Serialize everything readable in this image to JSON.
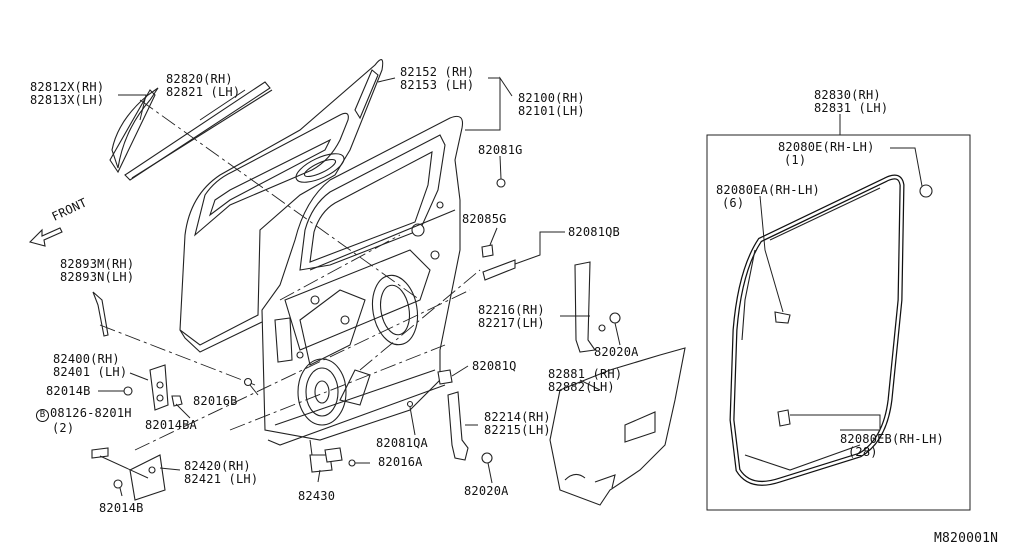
{
  "diagram_code": "M820001N",
  "front_label": "FRONT",
  "labels": {
    "p82812": [
      "82812X(RH)",
      "82813X(LH)"
    ],
    "p82820": [
      "82820(RH)",
      "82821 (LH)"
    ],
    "p82152": [
      "82152 (RH)",
      "82153 (LH)"
    ],
    "p82100": [
      "82100(RH)",
      "82101(LH)"
    ],
    "p82081G": "82081G",
    "p82085G": "82085G",
    "p82081QB": "82081QB",
    "p82893": [
      "82893M(RH)",
      "82893N(LH)"
    ],
    "p82216": [
      "82216(RH)",
      "82217(LH)"
    ],
    "p82020A_top": "82020A",
    "p82400": [
      "82400(RH)",
      "82401 (LH)"
    ],
    "p82014B_top": "82014B",
    "p82016B": "82016B",
    "p82081Q": "82081Q",
    "p82881": [
      "82881 (RH)",
      "82882(LH)"
    ],
    "p08126_circle": "B",
    "p08126": "08126-8201H",
    "p08126_qty": "(2)",
    "p82014BA": "82014BA",
    "p82214": [
      "82214(RH)",
      "82215(LH)"
    ],
    "p82081QA": "82081QA",
    "p82420": [
      "82420(RH)",
      "82421 (LH)"
    ],
    "p82016A": "82016A",
    "p82014B_bot": "82014B",
    "p82430": "82430",
    "p82020A_bot": "82020A",
    "p82830": [
      "82830(RH)",
      "82831 (LH)"
    ],
    "p82080E": "82080E(RH-LH)",
    "p82080E_qty": "(1)",
    "p82080EA": "82080EA(RH-LH)",
    "p82080EA_qty": "(6)",
    "p82080EB": "82080EB(RH-LH)",
    "p82080EB_qty": "(28)"
  }
}
